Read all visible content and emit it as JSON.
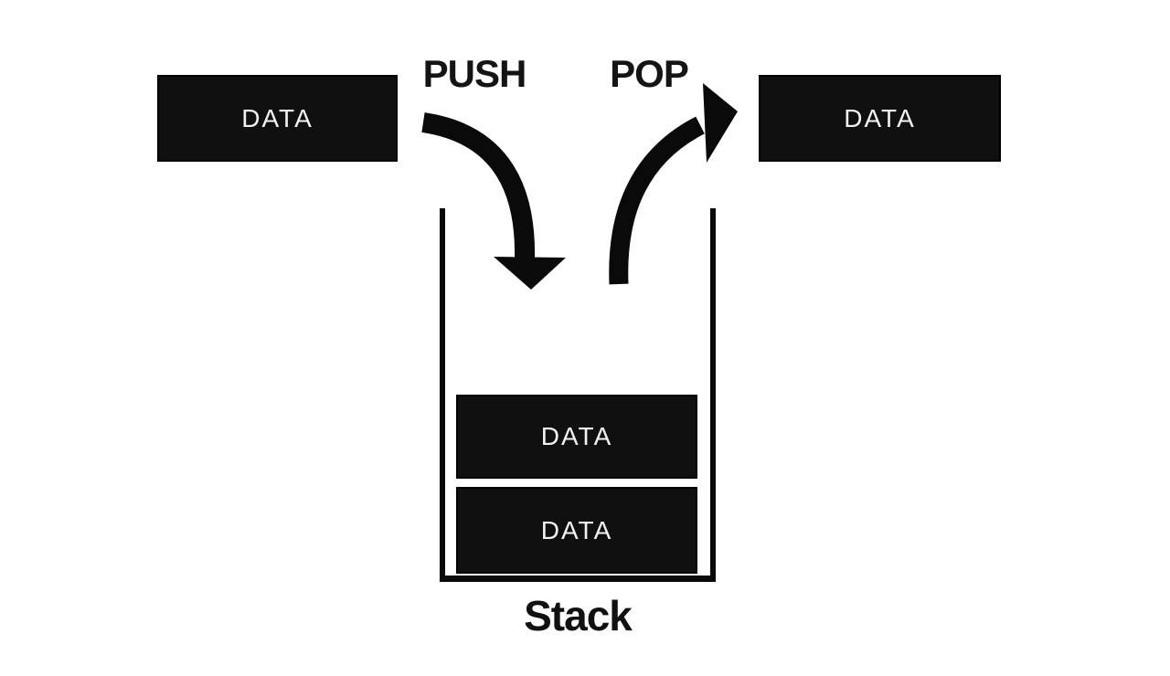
{
  "diagram": {
    "push_label": "PUSH",
    "pop_label": "POP",
    "stack_caption": "Stack",
    "incoming_box": {
      "label": "DATA"
    },
    "outgoing_box": {
      "label": "DATA"
    },
    "stack_items": [
      {
        "label": "DATA"
      },
      {
        "label": "DATA"
      }
    ],
    "colors": {
      "background": "#ffffff",
      "ink": "#0a0a0a",
      "box_fill": "#101010",
      "box_text": "#f2f2f2"
    }
  }
}
